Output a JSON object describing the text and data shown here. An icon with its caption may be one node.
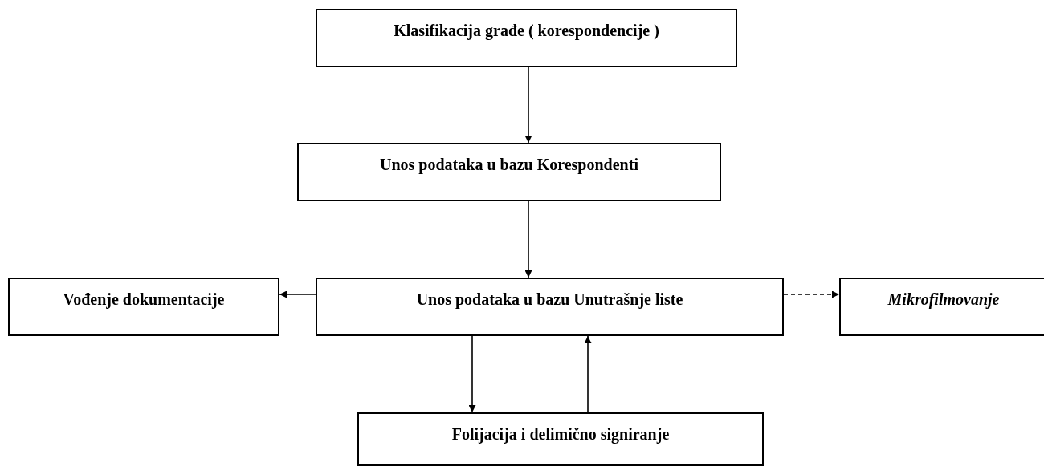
{
  "diagram": {
    "nodes": [
      {
        "text": [
          "Klasifikacija građe  ( korespondencije )"
        ]
      },
      {
        "text": [
          "Unos podataka u bazu Korespondenti"
        ]
      },
      {
        "text": [
          "Vođenje dokumentacije"
        ]
      },
      {
        "text": [
          "Unos podataka u bazu Unutrašnje liste"
        ]
      },
      {
        "text": [
          "Mikrofilmovanje"
        ]
      },
      {
        "text": [
          "Folijacija i delimično signiranje"
        ]
      }
    ],
    "edges": [
      {
        "from": 0,
        "to": 1,
        "arrow": "to"
      },
      {
        "from": 1,
        "to": 3,
        "arrow": "to"
      },
      {
        "from": 3,
        "to": 2,
        "arrow": "to"
      },
      {
        "from": 3,
        "to": 4,
        "arrow": "to",
        "style": "dashed"
      },
      {
        "from": 3,
        "to": 5,
        "arrow": "to"
      },
      {
        "from": 5,
        "to": 3,
        "arrow": "to"
      }
    ]
  }
}
